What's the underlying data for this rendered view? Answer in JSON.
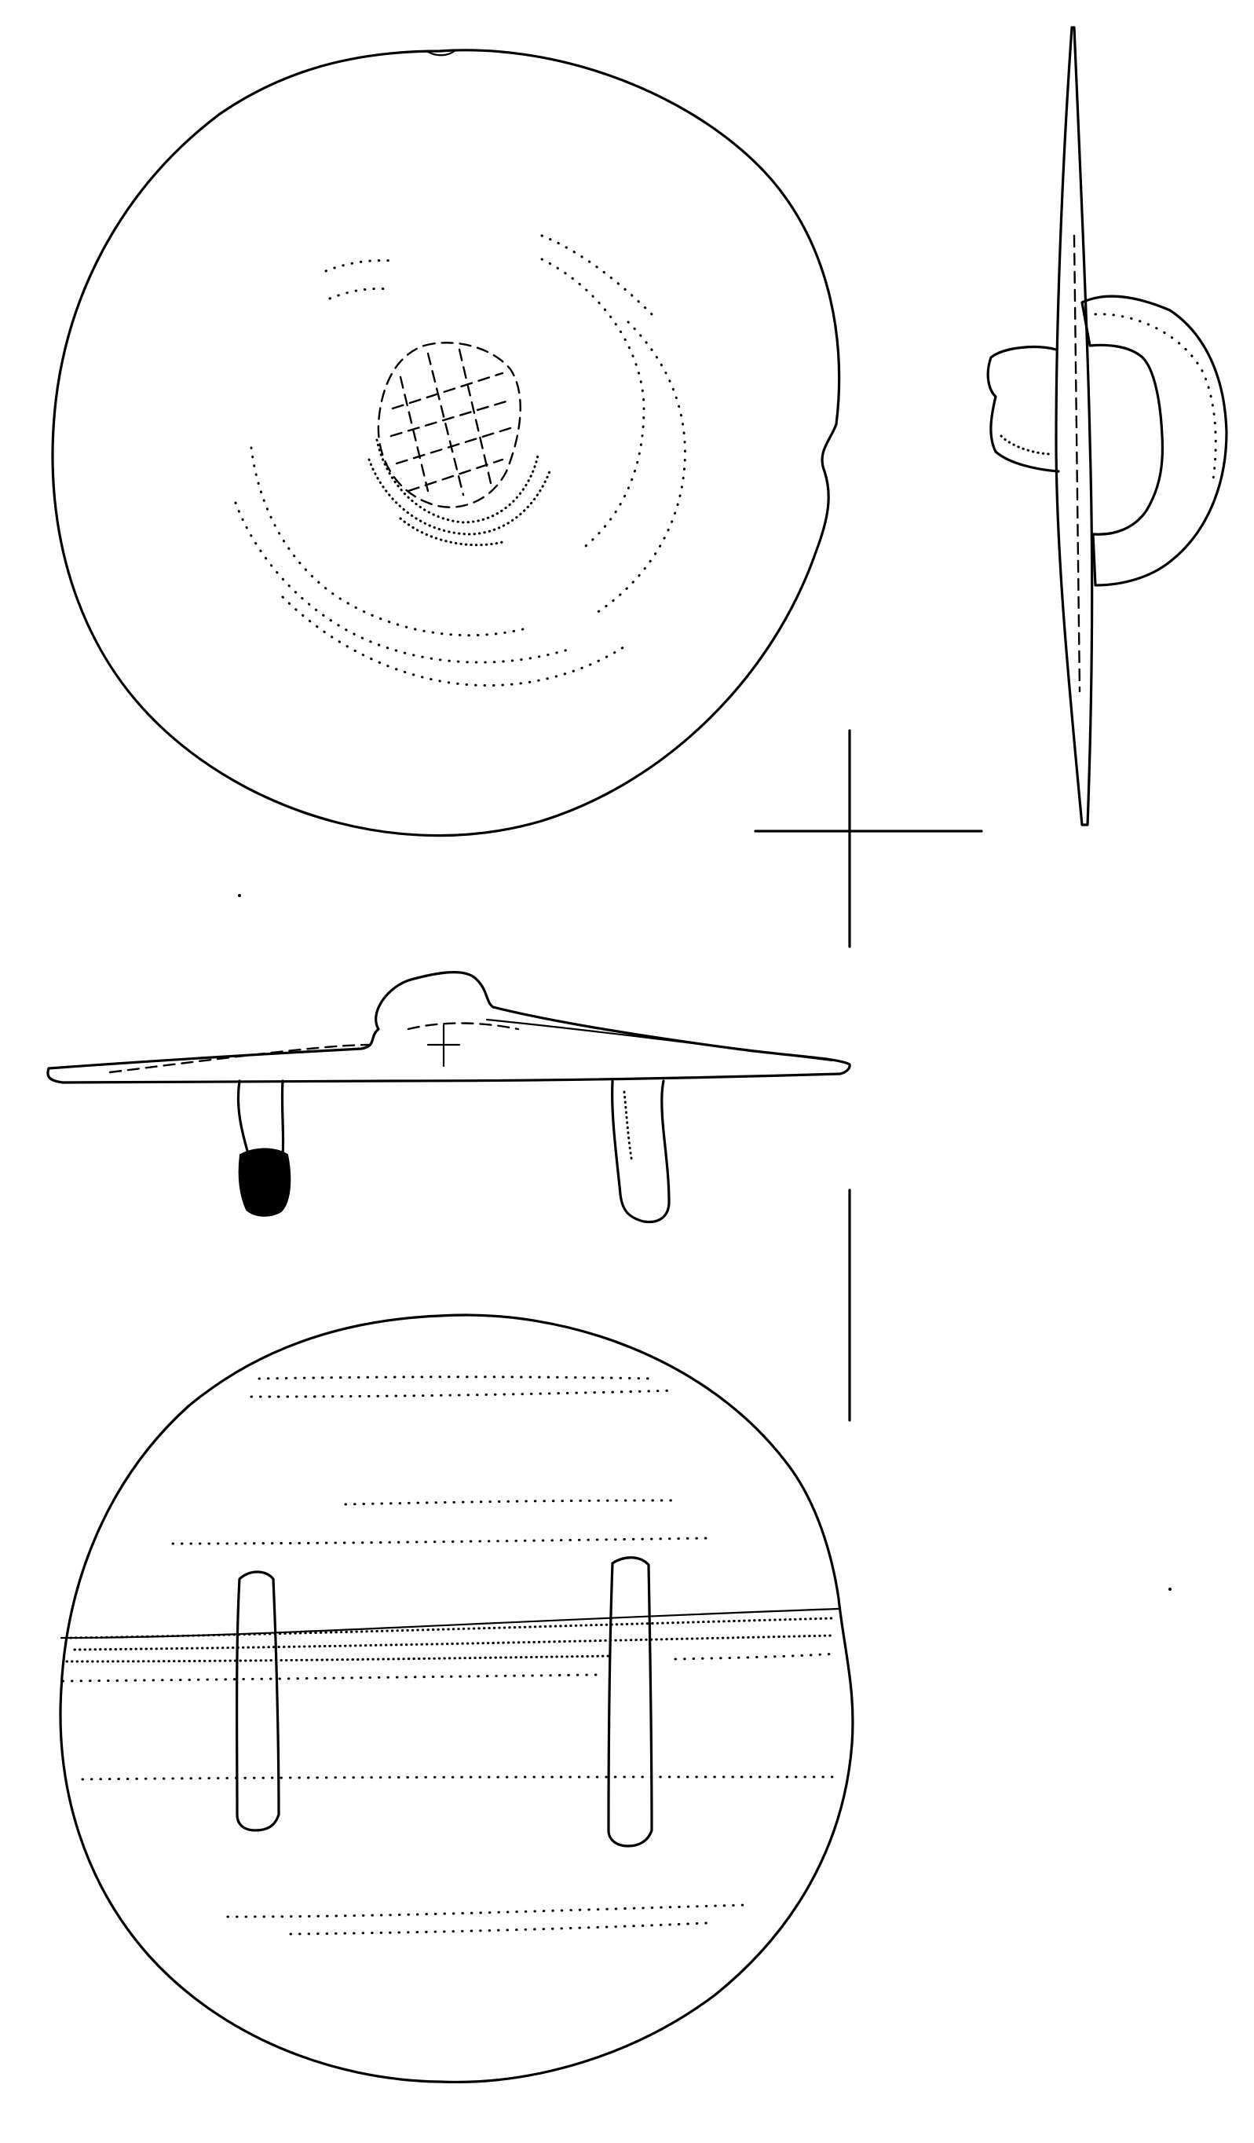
{
  "figure": {
    "kind": "archaeological line drawing",
    "object": "disc brooch",
    "views": [
      "front",
      "side-profile",
      "edge-profile",
      "back"
    ],
    "ink_color": "#000000",
    "background_color": "#ffffff"
  }
}
